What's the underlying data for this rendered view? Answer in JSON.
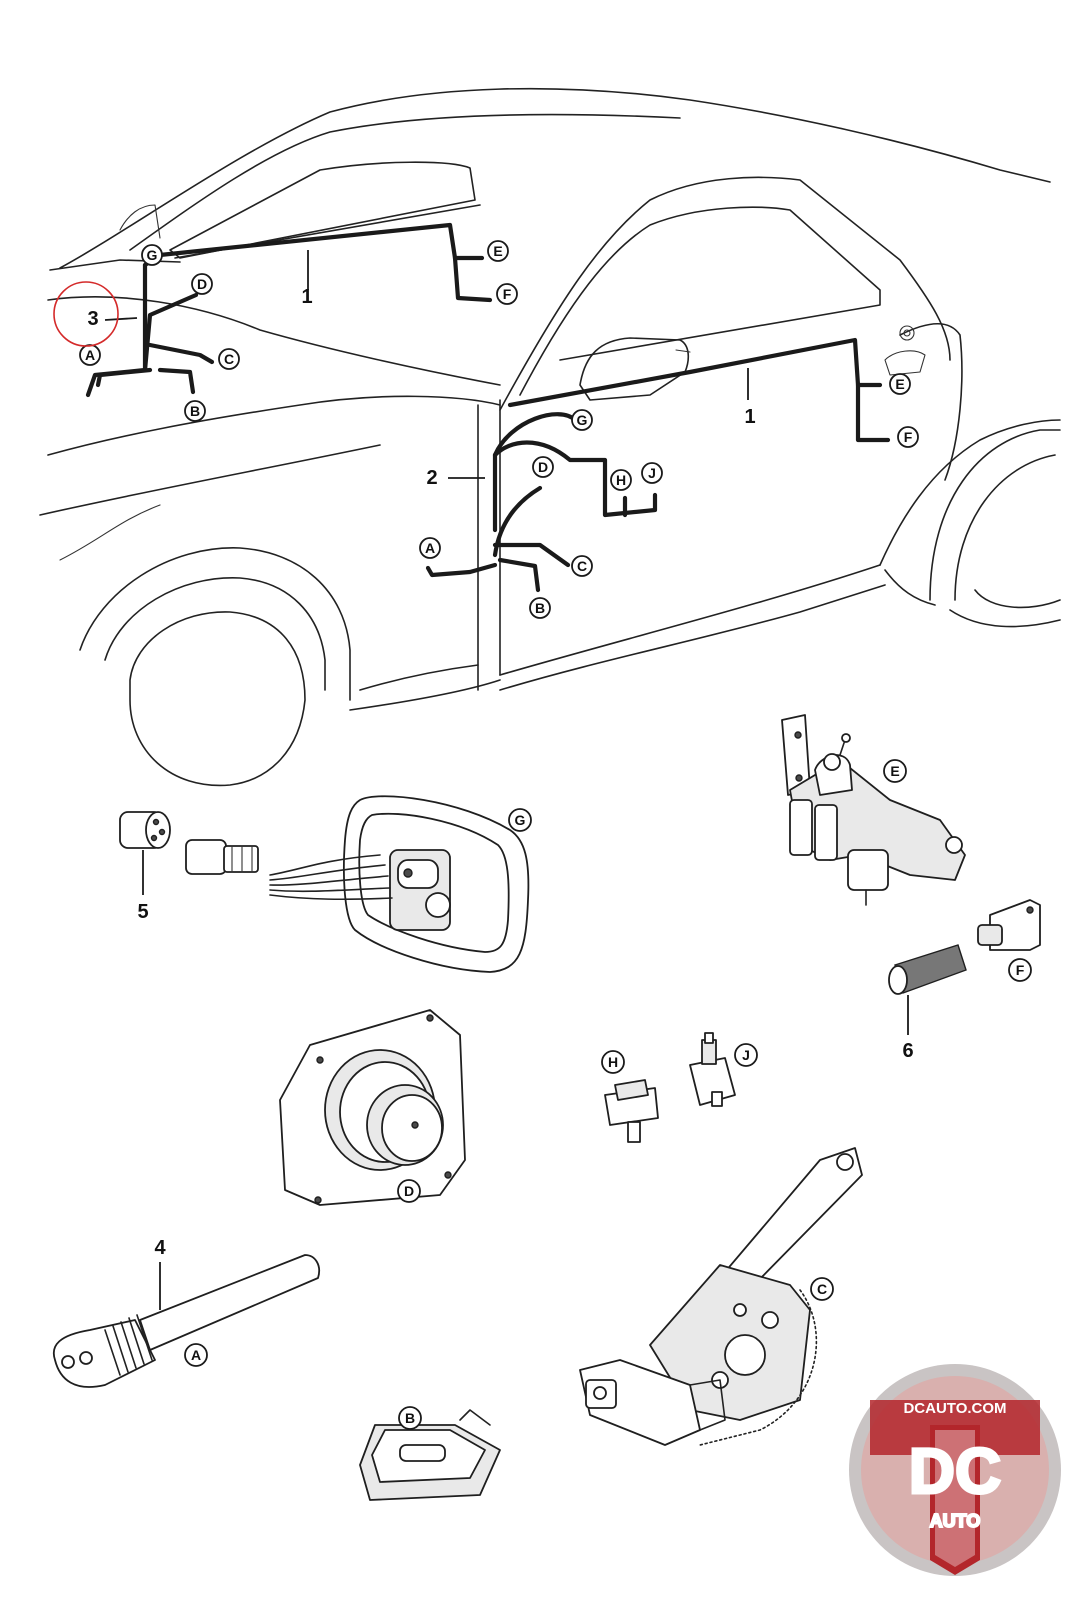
{
  "diagram": {
    "callouts": {
      "A": "A",
      "B": "B",
      "C": "C",
      "D": "D",
      "E": "E",
      "F": "F",
      "G": "G",
      "H": "H",
      "J": "J"
    },
    "part_numbers": {
      "n1": "1",
      "n2": "2",
      "n3": "3",
      "n4": "4",
      "n5": "5",
      "n6": "6"
    },
    "highlight_color": "#d42a2a"
  },
  "logo": {
    "top_text": "DCAUTO.COM",
    "monogram": "DC",
    "bottom_text": "AUTO",
    "colors": {
      "ring": "#c9c4c4",
      "red": "#b3262b",
      "dark": "#3a3a3a"
    }
  }
}
